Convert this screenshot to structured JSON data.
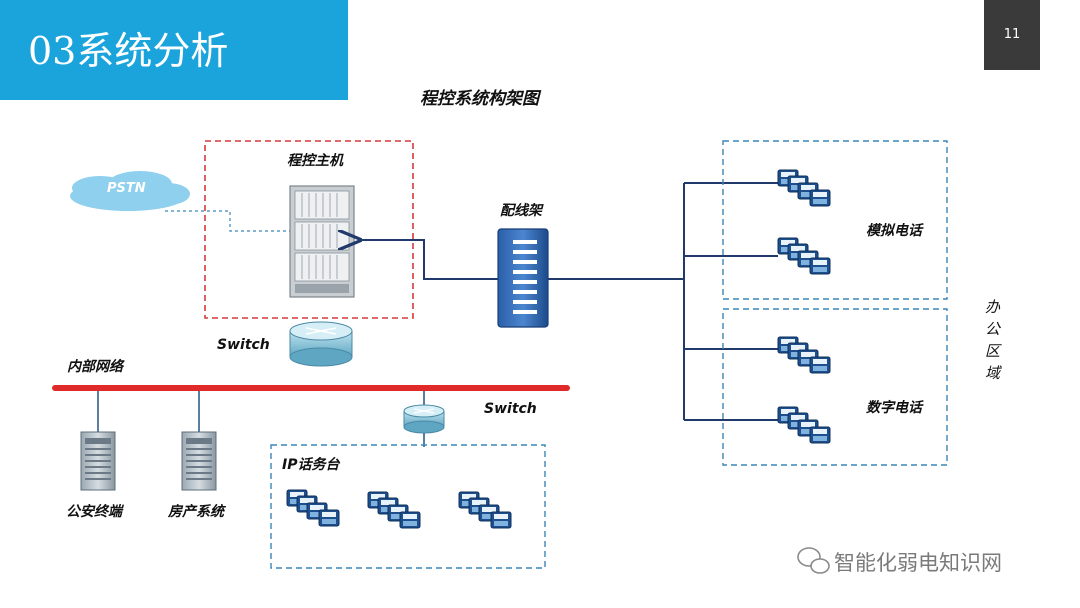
{
  "slide": {
    "title": "03系统分析",
    "page_number": "11"
  },
  "diagram": {
    "title": "程控系统构架图",
    "pstn": "PSTN",
    "pbx_host": "程控主机",
    "distribution_frame": "配线架",
    "analog_phone": "模拟电话",
    "digital_phone": "数字电话",
    "office_area": "办公区域",
    "switch_top": "Switch",
    "switch_bottom": "Switch",
    "internal_network": "内部网络",
    "public_security_terminal": "公安终端",
    "property_system": "房产系统",
    "ip_console": "IP话务台"
  },
  "watermark": "智能化弱电知识网",
  "colors": {
    "title_bar": "#1ba3dc",
    "page_num_bg": "#3a3a3a",
    "pbx_box_border": "#d43a3a",
    "area_box_border": "#3a86b8",
    "network_bar": "#e02a2a",
    "lines": "#1f3a6b"
  }
}
